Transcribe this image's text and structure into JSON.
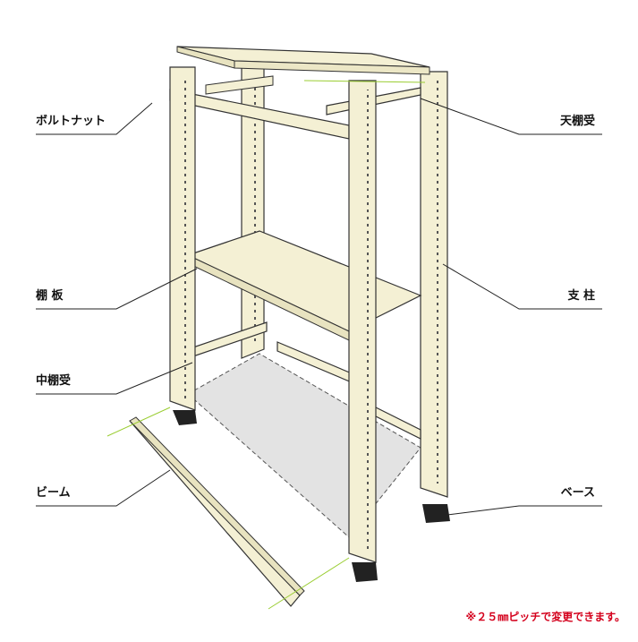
{
  "labels": {
    "bolt_nut": "ボルトナット",
    "top_shelf_support": "天棚受",
    "shelf_board": "棚 板",
    "post": "支 柱",
    "middle_shelf_support": "中棚受",
    "beam": "ビーム",
    "base": "ベース"
  },
  "note": "※２５㎜ピッチで変更できます。",
  "colors": {
    "frame": "#f4f0d4",
    "outline": "#333333",
    "hole": "#555555",
    "floor_shade": "#e3e3e3",
    "foot": "#222222",
    "accent_line": "#9acd32",
    "note": "#d4001c"
  }
}
